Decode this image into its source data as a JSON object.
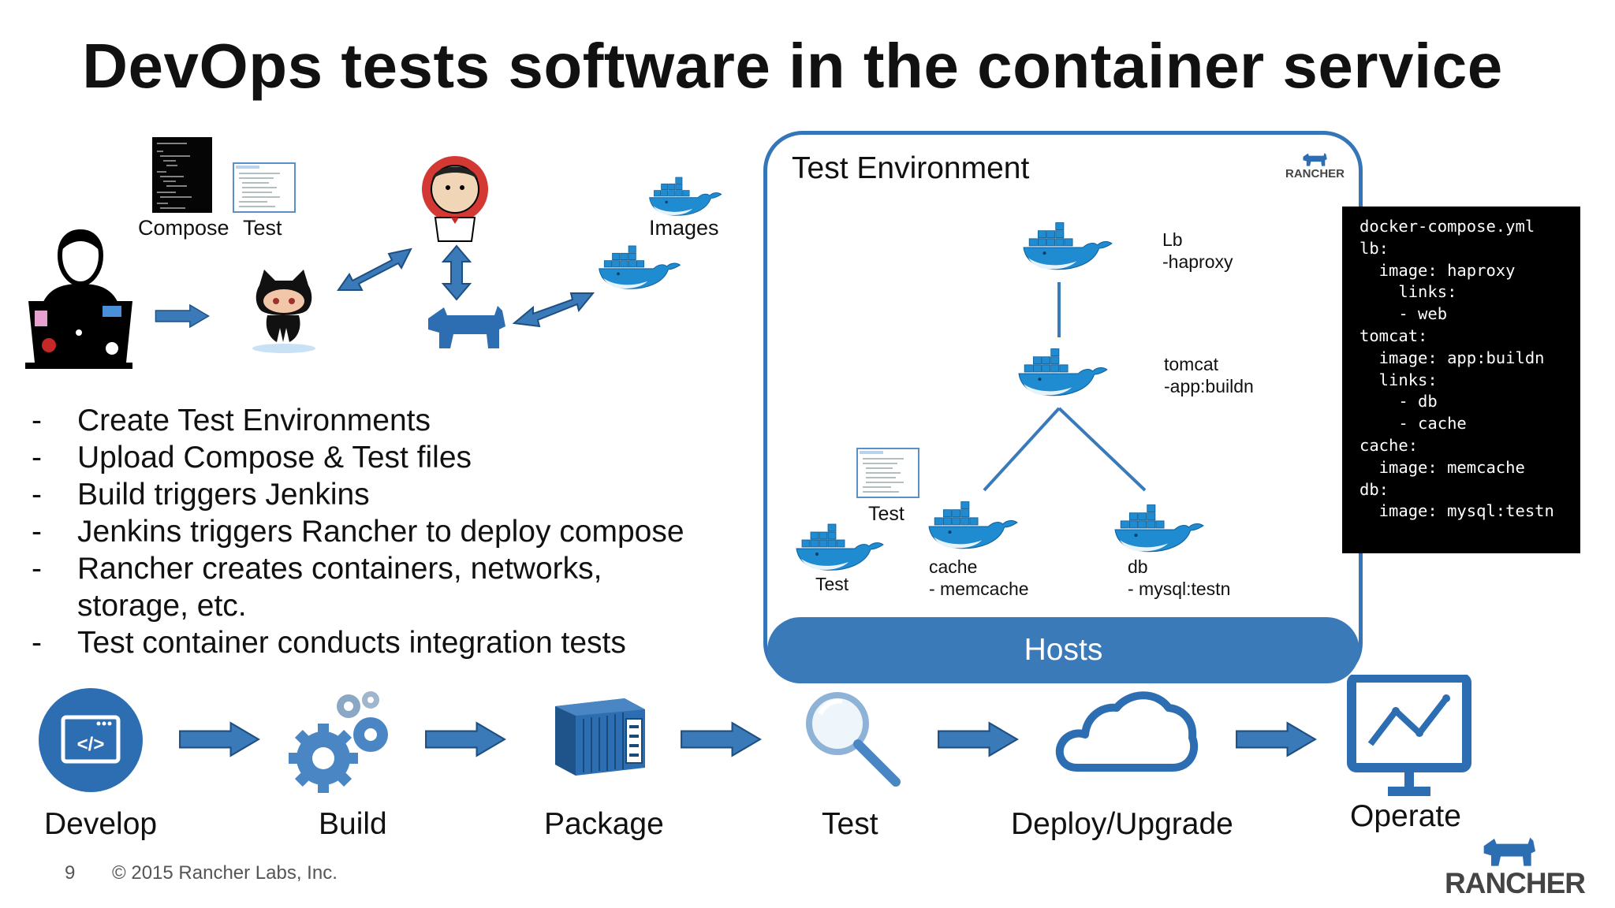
{
  "title": "DevOps tests software in the container service",
  "top_labels": {
    "compose": "Compose",
    "test": "Test",
    "images": "Images"
  },
  "bullets": [
    {
      "dash": "-",
      "lines": [
        "Create Test Environments"
      ]
    },
    {
      "dash": "-",
      "lines": [
        "Upload Compose & Test files"
      ]
    },
    {
      "dash": "-",
      "lines": [
        "Build triggers Jenkins"
      ]
    },
    {
      "dash": "-",
      "lines": [
        "Jenkins triggers Rancher to deploy compose"
      ]
    },
    {
      "dash": "-",
      "lines": [
        "Rancher creates containers, networks,",
        "storage, etc."
      ]
    },
    {
      "dash": "-",
      "lines": [
        "Test container conducts integration tests"
      ]
    }
  ],
  "env": {
    "title": "Test Environment",
    "brand": "RANCHER",
    "hosts": "Hosts",
    "nodes": {
      "lb": [
        "Lb",
        "-haproxy"
      ],
      "tomcat": [
        "tomcat",
        "-app:buildn"
      ],
      "test_file": "Test",
      "test": "Test",
      "cache": [
        "cache",
        "- memcache"
      ],
      "db": [
        "db",
        "- mysql:testn"
      ]
    }
  },
  "code_panel": {
    "lines": [
      "docker-compose.yml",
      "",
      "lb:",
      "  image: haproxy",
      "    links:",
      "    - web",
      "tomcat:",
      "  image: app:buildn",
      "  links:",
      "    - db",
      "    - cache",
      "cache:",
      "  image: memcache",
      "db:",
      "  image: mysql:testn"
    ]
  },
  "pipeline": [
    "Develop",
    "Build",
    "Package",
    "Test",
    "Deploy/Upgrade",
    "Operate"
  ],
  "footer": {
    "page": "9",
    "copyright": "© 2015 Rancher Labs, Inc.",
    "brand": "RANCHER"
  },
  "colors": {
    "accent": "#3a7ab9",
    "docker_blue": "#1f8bd1",
    "text": "#111111"
  }
}
